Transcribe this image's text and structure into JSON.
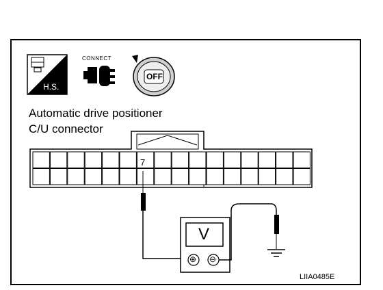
{
  "icons": {
    "service_manual": {
      "name": "service-manual-icon",
      "label": "H.S."
    },
    "connect": {
      "name": "connector-disconnected-icon",
      "label": "CONNECT"
    },
    "ignition": {
      "name": "ignition-off-icon",
      "label": "OFF"
    }
  },
  "title": {
    "line1": "Automatic drive positioner",
    "line2": "C/U connector"
  },
  "connector": {
    "pin_label": "7"
  },
  "meter": {
    "symbol": "V",
    "positive": "⊕",
    "negative": "⊖"
  },
  "figure_code": "LIIA0485E"
}
